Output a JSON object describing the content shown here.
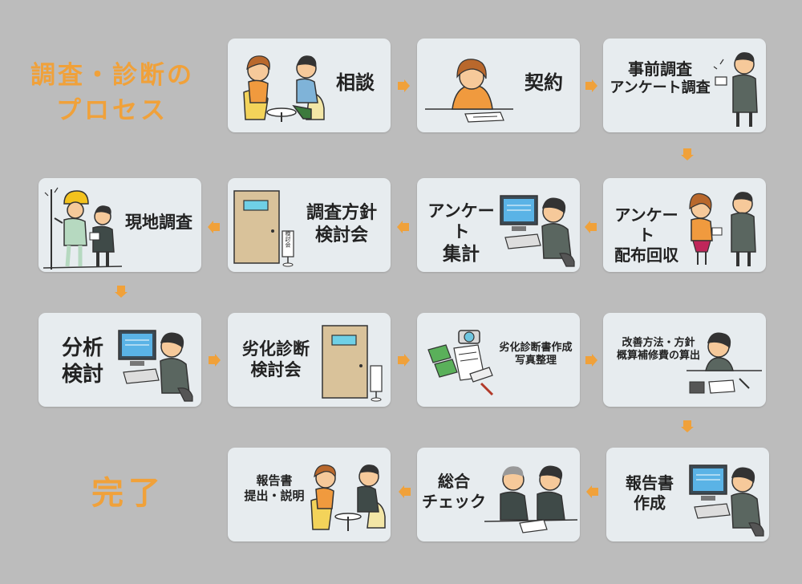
{
  "title": {
    "line1": "調査・診断の",
    "line2": "プロセス"
  },
  "done_label": "完了",
  "colors": {
    "accent": "#f0a13a",
    "card": "#e7ecef",
    "background": "#bcbcbc"
  },
  "steps": [
    {
      "lines": [
        "相談"
      ]
    },
    {
      "lines": [
        "契約"
      ]
    },
    {
      "lines": [
        "事前調査",
        "アンケート調査"
      ]
    },
    {
      "lines": [
        "アンケート",
        "配布回収"
      ]
    },
    {
      "lines": [
        "アンケート",
        "集計"
      ]
    },
    {
      "lines": [
        "調査方針",
        "検討会"
      ]
    },
    {
      "lines": [
        "現地調査"
      ]
    },
    {
      "lines": [
        "分析",
        "検討"
      ]
    },
    {
      "lines": [
        "劣化診断",
        "検討会"
      ]
    },
    {
      "lines": [
        "劣化診断書作成",
        "写真整理"
      ]
    },
    {
      "lines": [
        "改善方法・方針",
        "概算補修費の算出"
      ]
    },
    {
      "lines": [
        "報告書",
        "作成"
      ]
    },
    {
      "lines": [
        "総合",
        "チェック"
      ]
    },
    {
      "lines": [
        "報告書",
        "提出・説明"
      ]
    }
  ],
  "sign_text": "検討会"
}
